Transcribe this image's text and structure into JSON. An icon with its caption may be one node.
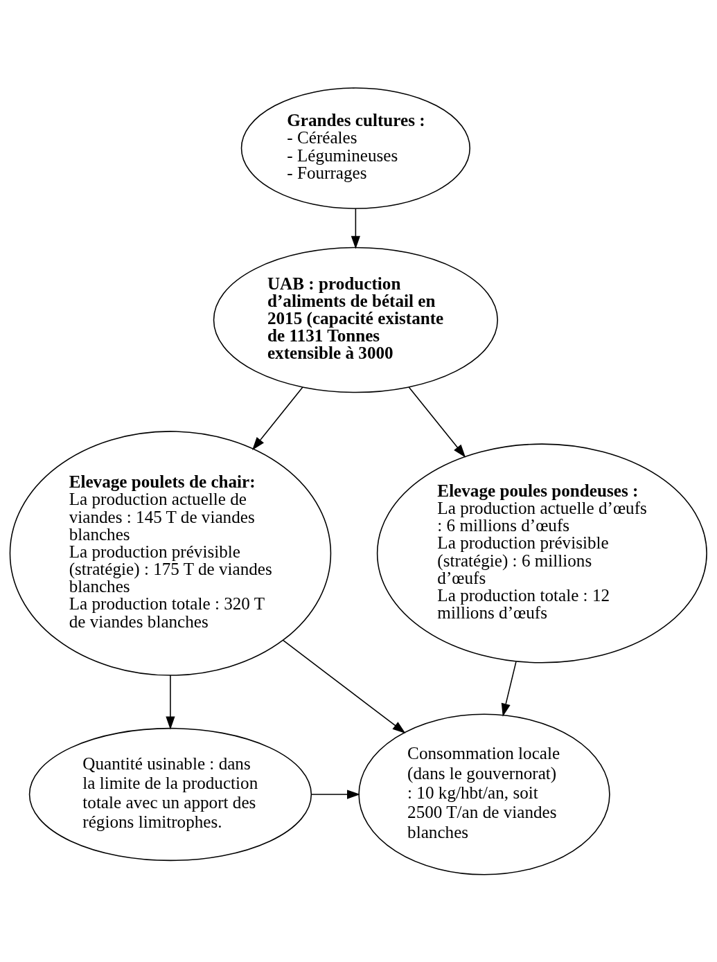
{
  "diagram": {
    "nodes": [
      {
        "text": [
          "Grandes cultures :",
          "- Céréales",
          "- Légumineuses",
          "- Fourrages"
        ]
      },
      {
        "text": [
          "UAB : production d’aliments de bétail en 2015 (capacité existante de 1131 Tonnes extensible à 3000"
        ]
      },
      {
        "text": [
          "Elevage poulets de chair:",
          "La production actuelle de viandes : 145 T de viandes blanches",
          "La production prévisible (stratégie) : 175 T de viandes blanches",
          "La production totale : 320 T de viandes blanches"
        ]
      },
      {
        "text": [
          "Elevage poules pondeuses :",
          "La production actuelle d’œufs : 6 millions d’œufs",
          "La production prévisible (stratégie) : 6 millions d’œufs",
          "La production totale : 12 millions d’œufs"
        ]
      },
      {
        "text": [
          "Quantité usinable : dans la limite de la production totale avec un apport des régions limitrophes."
        ]
      },
      {
        "text": [
          "Consommation locale (dans le gouvernorat) : 10 kg/hbt/an, soit 2500 T/an de viandes blanches"
        ]
      }
    ],
    "edges": [
      {
        "from": 0,
        "to": 1,
        "arrow": "to"
      },
      {
        "from": 1,
        "to": 2,
        "arrow": "to"
      },
      {
        "from": 1,
        "to": 3,
        "arrow": "to"
      },
      {
        "from": 2,
        "to": 4,
        "arrow": "to"
      },
      {
        "from": 2,
        "to": 5,
        "arrow": "to"
      },
      {
        "from": 3,
        "to": 5,
        "arrow": "to"
      },
      {
        "from": 4,
        "to": 5,
        "arrow": "to"
      }
    ]
  }
}
